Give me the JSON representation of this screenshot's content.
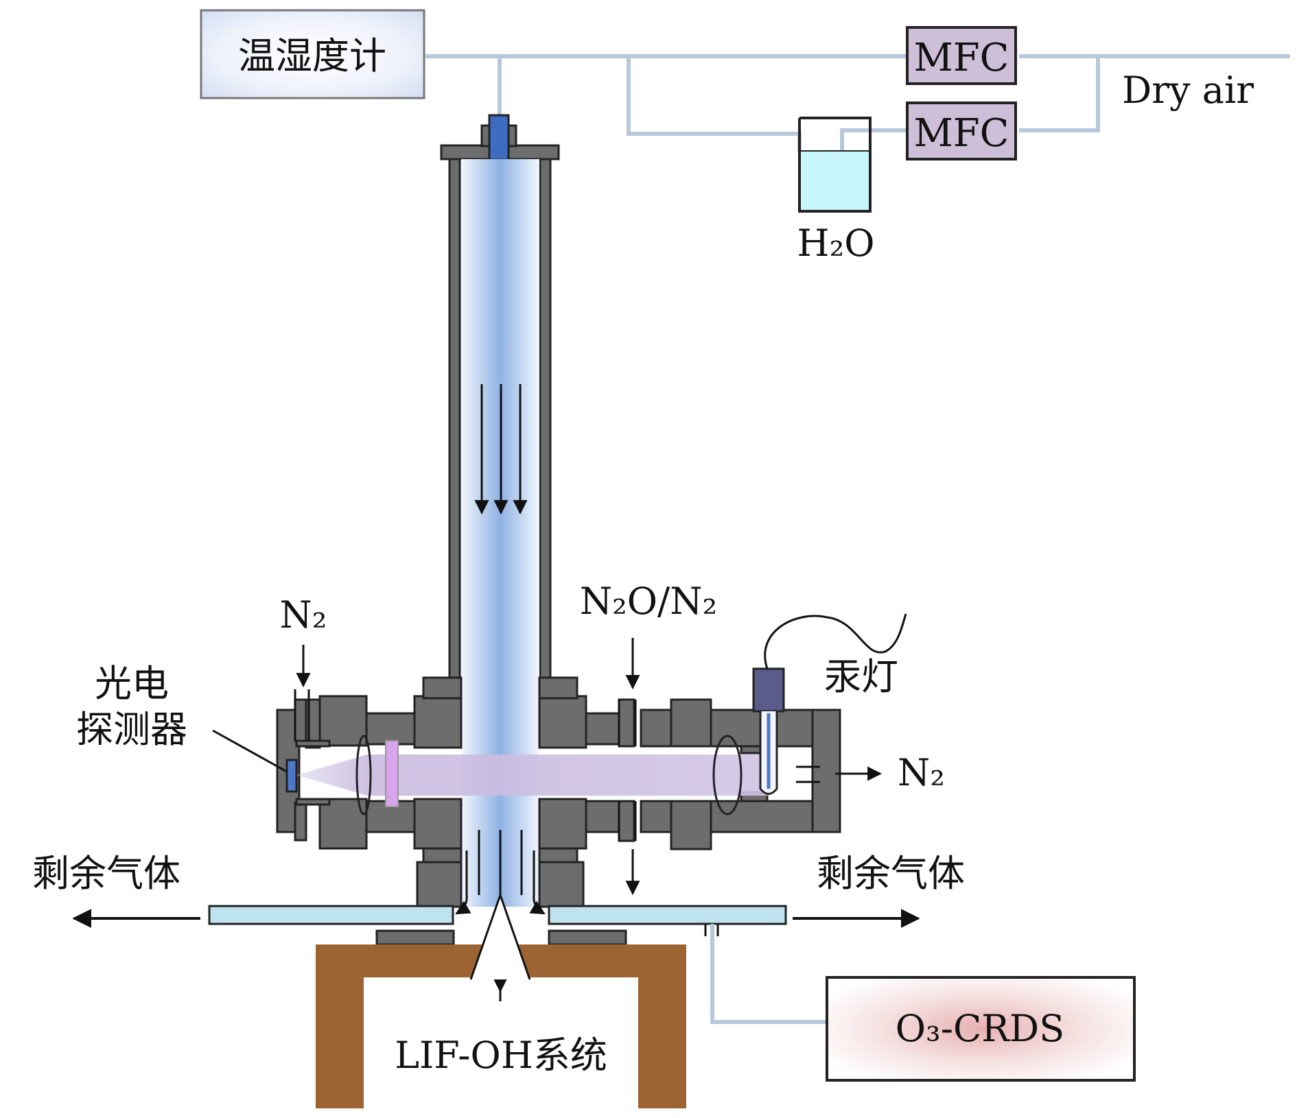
{
  "labels": {
    "thermo_hygrometer": "温湿度计",
    "mfc_top": "MFC",
    "mfc_bottom": "MFC",
    "dry_air": "Dry air",
    "water": "H₂O",
    "n2_left": "N₂",
    "n2o_n2": "N₂O/N₂",
    "mercury_lamp": "汞灯",
    "photodetector_line1": "光电",
    "photodetector_line2": "探测器",
    "n2_out": "N₂",
    "residual_gas_left": "剩余气体",
    "residual_gas_right": "剩余气体",
    "o3_crds": "O₃-CRDS",
    "lif_oh": "LIF-OH系统"
  },
  "colors": {
    "pipe_line": "#b8c8dc",
    "metal_gray": "#6d6d6d",
    "mfc_fill": "#cdbfd8",
    "water_fill": "#c9f6fa",
    "beam_violet": "#c8b8dc",
    "tube_blue": "#9fbde8",
    "exhaust_pipe": "#bfe3ee",
    "lif_brown": "#9c6432",
    "lamp_body": "#5a5c8c",
    "crds_glow": "#e6b4b4"
  },
  "icons": {
    "flow_arrow": "arrow-icon",
    "lamp": "lamp-icon",
    "lens": "lens-icon",
    "valve": "valve-icon"
  }
}
